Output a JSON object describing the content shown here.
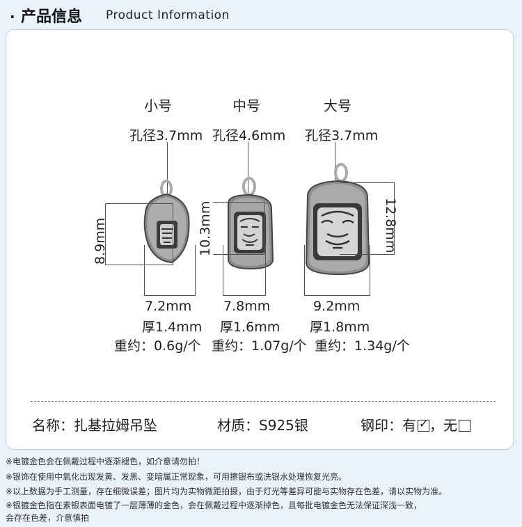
{
  "header": {
    "dot": "·",
    "title_cn": "产品信息",
    "title_en": "Product Information"
  },
  "sizes": [
    {
      "label": "小号",
      "hole": "孔径3.7mm",
      "height": "8.9mm",
      "width": "7.2mm",
      "thick": "厚1.4mm",
      "weight": "重约：0.6g/个"
    },
    {
      "label": "中号",
      "hole": "孔径4.6mm",
      "height": "10.3mm",
      "width": "7.8mm",
      "thick": "厚1.6mm",
      "weight": "重约：1.07g/个"
    },
    {
      "label": "大号",
      "hole": "孔径3.7mm",
      "height": "12.8mm",
      "width": "9.2mm",
      "thick": "厚1.8mm",
      "weight": "重约：1.34g/个"
    }
  ],
  "info": {
    "name": "名称：扎基拉姆吊坠",
    "material": "材质：S925银",
    "stamp_label": "钢印：有",
    "stamp_no": "，无"
  },
  "notes": [
    "※电镀金色会在佩戴过程中逐渐褪色，如介意请勿拍！",
    "※银饰在使用中氧化出现发黄、发黑、变暗属正常现象，可用擦银布或洗银水处理恢复光亮。",
    "※以上数据为手工测量，存在细微误差；图片均为实物微距拍摄，由于灯光等差异可能与实物存在色差，请以实物为准。",
    "※银镀金色指在素银表面电镀了一层薄薄的金色，会在佩戴过程中逐渐掉色，且每批电镀金色无法保证深浅一致，",
    "会存在色差，介意慎拍"
  ],
  "colors": {
    "background": "#eaf2fb",
    "card": "#ffffff",
    "silver_dark": "#3c3c3c",
    "silver_light": "#b8b8b8"
  }
}
